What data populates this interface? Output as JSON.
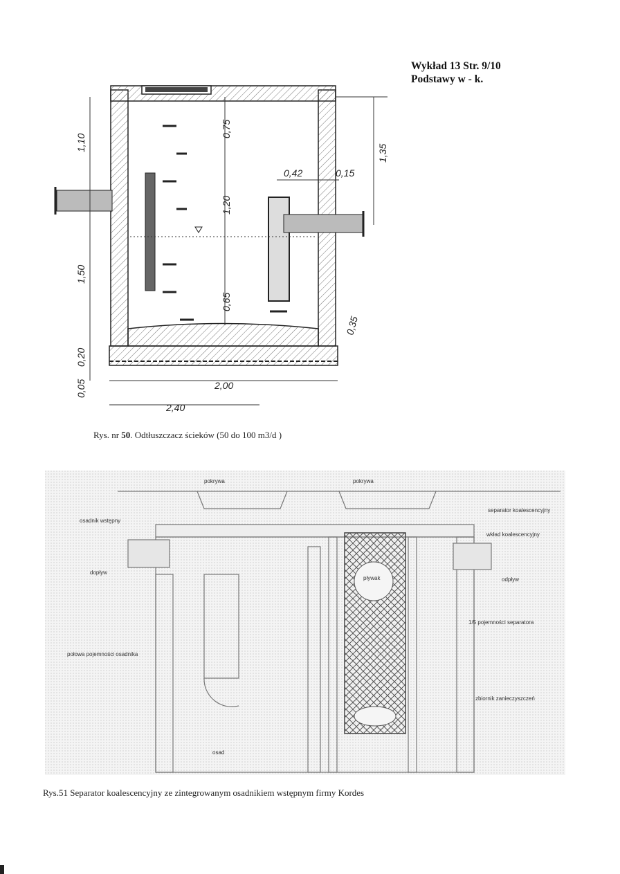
{
  "header": {
    "line1": "Wykład 13 Str. 9/10",
    "line2": "Podstawy w - k."
  },
  "figure50": {
    "caption_prefix": "Rys. nr ",
    "caption_number": "50",
    "caption_text": ". Odtłuszczacz ścieków (50 do 100 m3/d )",
    "dimensions": {
      "d110": "1,10",
      "d150": "1,50",
      "d005": "0,05",
      "d020": "0,20",
      "d075": "0,75",
      "d120": "1,20",
      "d065": "0,65",
      "d042": "0,42",
      "d015": "0,15",
      "d135": "1,35",
      "d035": "0,35",
      "d200": "2,00",
      "d240": "2,40"
    }
  },
  "figure51": {
    "caption": "Rys.51 Separator koalescencyjny ze zintegrowanym osadnikiem wstępnym firmy Kordes",
    "labels": {
      "cover1": "pokrywa",
      "cover2": "pokrywa",
      "separator": "separator koalescencyjny",
      "insert": "wkład koalescencyjny",
      "settler": "osadnik wstępny",
      "inlet": "dopływ",
      "outlet": "odpływ",
      "float": "pływak",
      "capacity_sep": "1/5 pojemności separatora",
      "capacity_settler": "połowa pojemności osadnika",
      "oil_store": "zbiornik zanieczyszczeń",
      "sludge": "osad"
    }
  }
}
